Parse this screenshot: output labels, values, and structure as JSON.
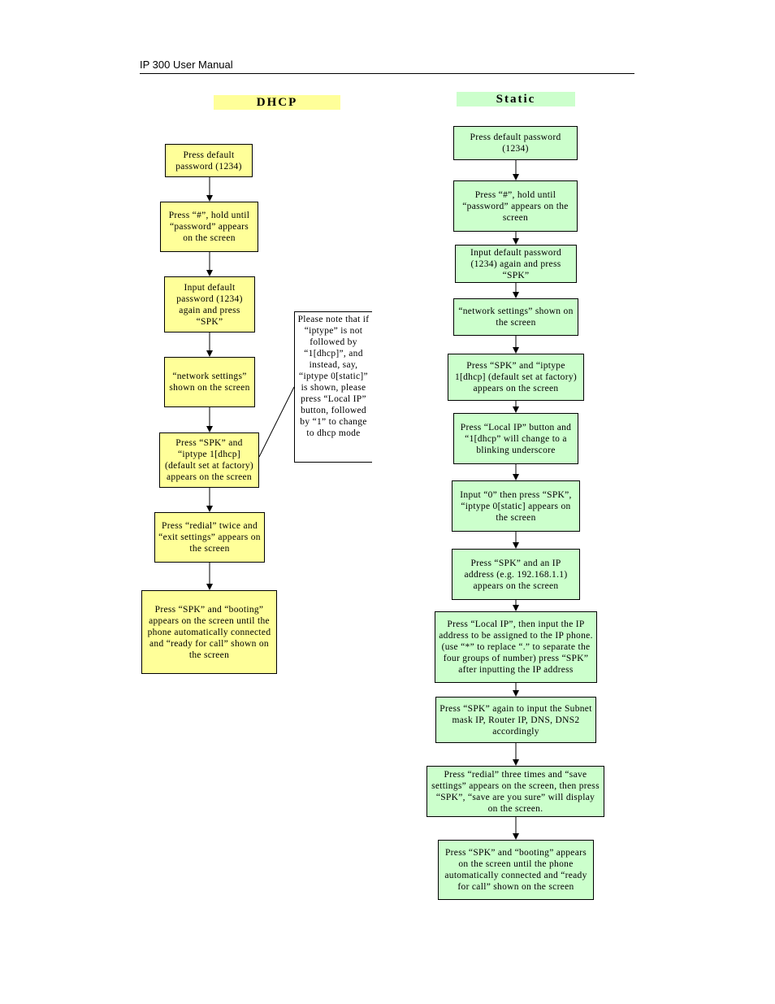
{
  "header": {
    "text": "IP 300 User Manual"
  },
  "dhcp": {
    "title": "DHCP",
    "color": "#ffff99",
    "steps": [
      "Press default password (1234)",
      "Press “#”, hold until “password” appears on the screen",
      "Input default password (1234) again and press “SPK”",
      "“network settings” shown on the screen",
      "Press “SPK” and “iptype 1[dhcp] (default set at factory) appears on the screen",
      "Press “redial” twice and “exit settings” appears on the screen",
      "Press “SPK” and “booting” appears on the screen until the phone automatically connected and “ready for call” shown on the screen"
    ],
    "note": "Please note that if “iptype” is not followed by “1[dhcp]”, and instead, say, “iptype 0[static]” is shown, please press “Local IP” button, followed by “1” to change to dhcp mode"
  },
  "static": {
    "title": "Static",
    "color": "#ccffcc",
    "steps": [
      "Press default password (1234)",
      "Press “#”, hold until “password” appears on the screen",
      "Input default password (1234) again and press “SPK”",
      "“network settings” shown on the screen",
      "Press “SPK” and “iptype 1[dhcp] (default set at factory) appears on the screen",
      "Press “Local IP” button and “1[dhcp” will change to a blinking underscore",
      "Input “0” then press “SPK”, “iptype 0[static] appears on the screen",
      "Press “SPK” and an IP address (e.g. 192.168.1.1) appears on the screen",
      "Press “Local IP”, then input the IP address to be assigned to the IP phone. (use “*” to replace “.” to separate the four groups of number) press “SPK” after inputting the IP address",
      "Press “SPK” again to input the Subnet mask IP, Router IP, DNS, DNS2 accordingly",
      "Press “redial” three times and “save settings” appears on the screen, then press “SPK”, “save are you sure” will display on the screen.",
      "Press “SPK” and “booting” appears on the screen until the phone automatically connected and “ready for call” shown on the screen"
    ]
  }
}
